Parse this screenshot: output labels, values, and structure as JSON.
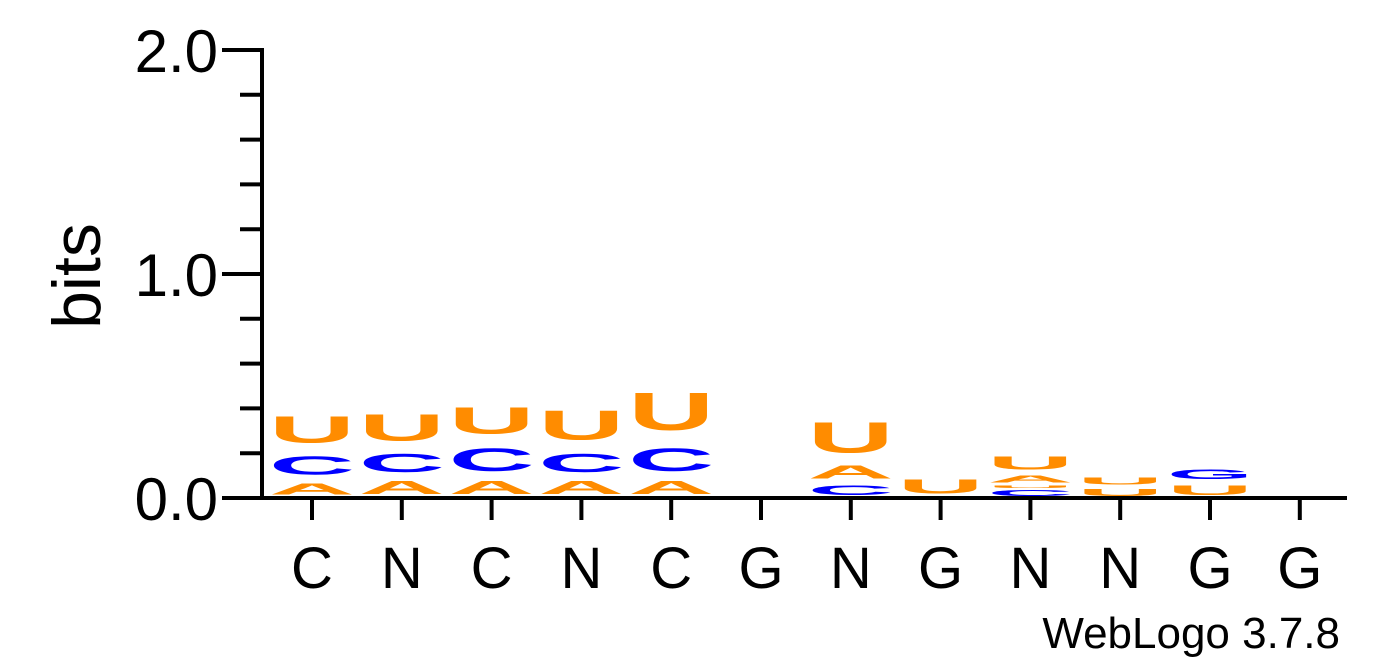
{
  "chart_data": {
    "type": "sequence-logo",
    "ylabel": "bits",
    "ylim": [
      0,
      2
    ],
    "yticks": [
      {
        "value": 0,
        "label": "0.0"
      },
      {
        "value": 1,
        "label": "1.0"
      },
      {
        "value": 2,
        "label": "2.0"
      }
    ],
    "minor_tick_step": 0.2,
    "positions": [
      "C",
      "N",
      "C",
      "N",
      "C",
      "G",
      "N",
      "G",
      "N",
      "N",
      "G",
      "G"
    ],
    "colors": {
      "A": "#ff8c00",
      "C": "#0000ff",
      "G": "#0000ff",
      "U": "#ff8c00"
    },
    "stacks": [
      [
        {
          "letter": "A",
          "bits": 0.08
        },
        {
          "letter": "C",
          "bits": 0.13
        },
        {
          "letter": "U",
          "bits": 0.19
        }
      ],
      [
        {
          "letter": "A",
          "bits": 0.09
        },
        {
          "letter": "C",
          "bits": 0.13
        },
        {
          "letter": "U",
          "bits": 0.19
        }
      ],
      [
        {
          "letter": "A",
          "bits": 0.09
        },
        {
          "letter": "C",
          "bits": 0.16
        },
        {
          "letter": "U",
          "bits": 0.19
        }
      ],
      [
        {
          "letter": "A",
          "bits": 0.09
        },
        {
          "letter": "C",
          "bits": 0.13
        },
        {
          "letter": "U",
          "bits": 0.21
        }
      ],
      [
        {
          "letter": "A",
          "bits": 0.09
        },
        {
          "letter": "C",
          "bits": 0.16
        },
        {
          "letter": "U",
          "bits": 0.27
        }
      ],
      [],
      [
        {
          "letter": "C",
          "bits": 0.07
        },
        {
          "letter": "A",
          "bits": 0.09
        },
        {
          "letter": "U",
          "bits": 0.22
        }
      ],
      [
        {
          "letter": "U",
          "bits": 0.1
        }
      ],
      [
        {
          "letter": "C",
          "bits": 0.04
        },
        {
          "letter": "U",
          "bits": 0.02
        },
        {
          "letter": "A",
          "bits": 0.05
        },
        {
          "letter": "U",
          "bits": 0.09
        }
      ],
      [
        {
          "letter": "U",
          "bits": 0.05
        },
        {
          "letter": "U",
          "bits": 0.05
        }
      ],
      [
        {
          "letter": "U",
          "bits": 0.07
        },
        {
          "letter": "G",
          "bits": 0.07
        }
      ],
      []
    ]
  },
  "footer": {
    "version": "WebLogo 3.7.8"
  }
}
